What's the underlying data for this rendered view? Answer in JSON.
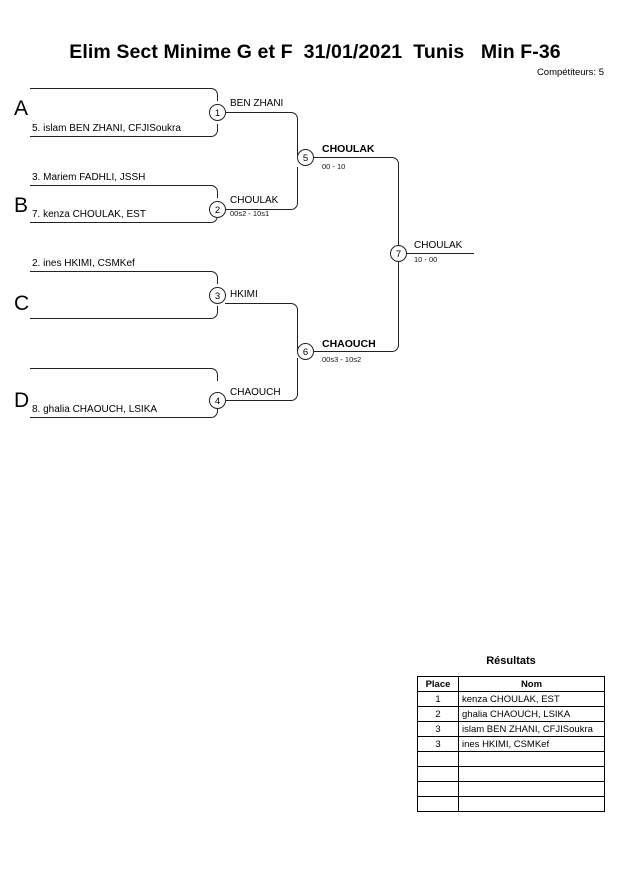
{
  "header": {
    "title": "Elim Sect Minime G et F  31/01/2021  Tunis   Min F-36",
    "competitors_label": "Compétiteurs: 5"
  },
  "bracket": {
    "groups": [
      {
        "letter": "A"
      },
      {
        "letter": "B"
      },
      {
        "letter": "C"
      },
      {
        "letter": "D"
      }
    ],
    "slots": [
      {
        "id": "a1",
        "label": ""
      },
      {
        "id": "a2",
        "label": "5. islam BEN ZHANI, CFJISoukra"
      },
      {
        "id": "b1",
        "label": "3. Mariem FADHLI, JSSH"
      },
      {
        "id": "b2",
        "label": "7. kenza CHOULAK, EST"
      },
      {
        "id": "c1",
        "label": "2. ines HKIMI, CSMKef"
      },
      {
        "id": "c2",
        "label": ""
      },
      {
        "id": "d1",
        "label": ""
      },
      {
        "id": "d2",
        "label": "8. ghalia CHAOUCH, LSIKA"
      }
    ],
    "matches": [
      {
        "number": "1",
        "winner": "BEN ZHANI",
        "score": "",
        "bold": false
      },
      {
        "number": "2",
        "winner": "CHOULAK",
        "score": "00s2 - 10s1",
        "bold": false
      },
      {
        "number": "3",
        "winner": "HKIMI",
        "score": "",
        "bold": false
      },
      {
        "number": "4",
        "winner": "CHAOUCH",
        "score": "",
        "bold": false
      },
      {
        "number": "5",
        "winner": "CHOULAK",
        "score": "00 - 10",
        "bold": true
      },
      {
        "number": "6",
        "winner": "CHAOUCH",
        "score": "00s3 - 10s2",
        "bold": true
      },
      {
        "number": "7",
        "winner": "CHOULAK",
        "score": "10 - 00",
        "bold": false
      }
    ]
  },
  "results": {
    "title": "Résultats",
    "columns": [
      "Place",
      "Nom"
    ],
    "rows": [
      {
        "place": "1",
        "nom": "kenza CHOULAK, EST"
      },
      {
        "place": "2",
        "nom": "ghalia CHAOUCH, LSIKA"
      },
      {
        "place": "3",
        "nom": "islam BEN ZHANI, CFJISoukra"
      },
      {
        "place": "3",
        "nom": "ines HKIMI, CSMKef"
      },
      {
        "place": "",
        "nom": ""
      },
      {
        "place": "",
        "nom": ""
      },
      {
        "place": "",
        "nom": ""
      },
      {
        "place": "",
        "nom": ""
      }
    ]
  }
}
